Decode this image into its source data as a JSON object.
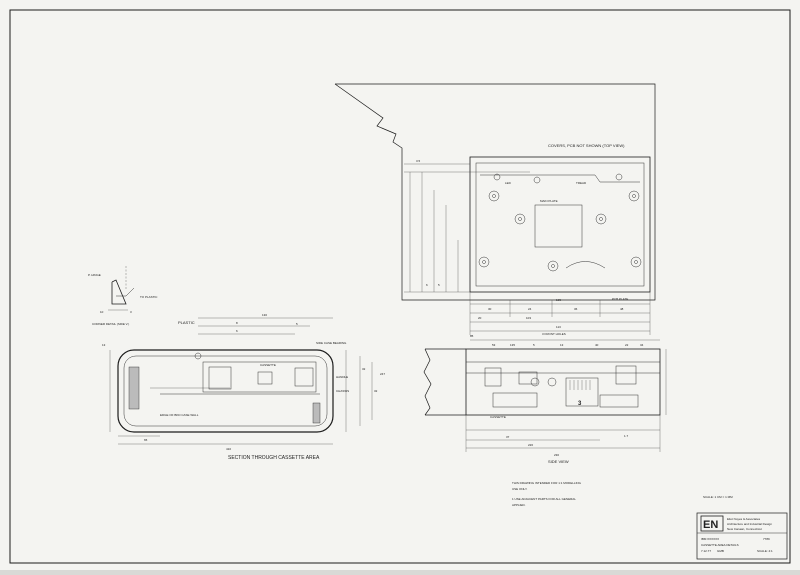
{
  "drawing": {
    "side_view": {
      "title": "SIDE VIEW",
      "dims": [
        "85",
        "53",
        "135",
        "5",
        "13",
        "40",
        "22",
        "34",
        "37",
        "226",
        "230"
      ],
      "labels": {
        "cassette": "CASSETTE",
        "dim_right": "1.7",
        "number": "3"
      }
    },
    "plan_view": {
      "title": "COVERS, PCB NOT SHOWN (TOP VIEW)",
      "dims": [
        "3.5",
        "30",
        "24",
        "36",
        "48",
        "105",
        "20",
        "5",
        "6",
        "103",
        "113"
      ],
      "labels": {
        "led": "LED",
        "tread": "TREAD",
        "main": "MAIN PLATE",
        "front_holes": "3 FRONT HOLES",
        "pcb_plate": "PCB PLATE"
      }
    },
    "section": {
      "title": "SECTION THROUGH CASSETTE AREA",
      "labels": {
        "plastic": "PLASTIC",
        "cassette": "CASSETTE",
        "edge": "EDGE OF BKD CASE WALL",
        "bearing": "SIDE CASE BEARING",
        "chassis": "CHASSIS",
        "handle": "HANDLE"
      },
      "dims": [
        "13",
        "65",
        "410",
        "8",
        "6",
        "5",
        "130",
        "32",
        "32",
        "247"
      ]
    },
    "corner_detail": {
      "title": "CORNER DETAIL (SIDE V.)",
      "labels": {
        "p_hinge": "P. HINGE",
        "to_plastic": "TO PLASTIC"
      },
      "dims": [
        "10",
        "3"
      ]
    },
    "notes": [
      "THIS DRAWING INTENDED FOR 1:1 MODELLING",
      "USE ONLY.",
      "1 USE ADJACENT PARTS FOR ALL GENERAL",
      "APPLIED."
    ],
    "scale_note": "SCALE: 1 CM = 1 MM",
    "title_block": {
      "logo": "EN",
      "firm_lines": [
        "Eliot Noyes & Associates",
        "Architecture and Industrial Design",
        "New Canaan, Connecticut"
      ],
      "project": "IBM XXXXXX",
      "sheet_title": "CASSETTE AREA DETAILS",
      "date": "7.12.77",
      "initials": "GMB",
      "number": "7789",
      "scale": "SCALE: 4:1"
    }
  }
}
